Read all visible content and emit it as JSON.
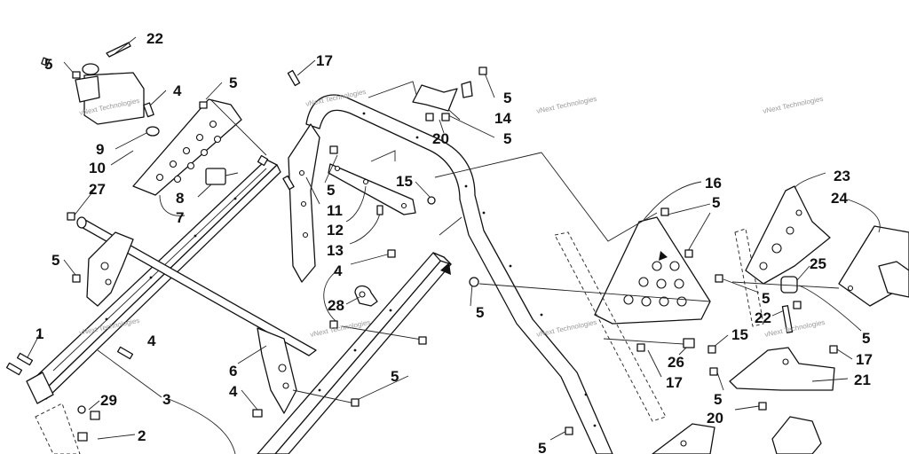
{
  "callouts": [
    "22",
    "5",
    "4",
    "5",
    "9",
    "10",
    "8",
    "7",
    "27",
    "5",
    "1",
    "4",
    "3",
    "6",
    "4",
    "29",
    "2",
    "17",
    "5",
    "11",
    "12",
    "13",
    "15",
    "4",
    "28",
    "5",
    "5",
    "14",
    "20",
    "5",
    "16",
    "5",
    "5",
    "17",
    "26",
    "15",
    "23",
    "24",
    "25",
    "5",
    "22",
    "5",
    "17",
    "21",
    "5",
    "20",
    "5"
  ],
  "watermark": "vNext Technologies"
}
